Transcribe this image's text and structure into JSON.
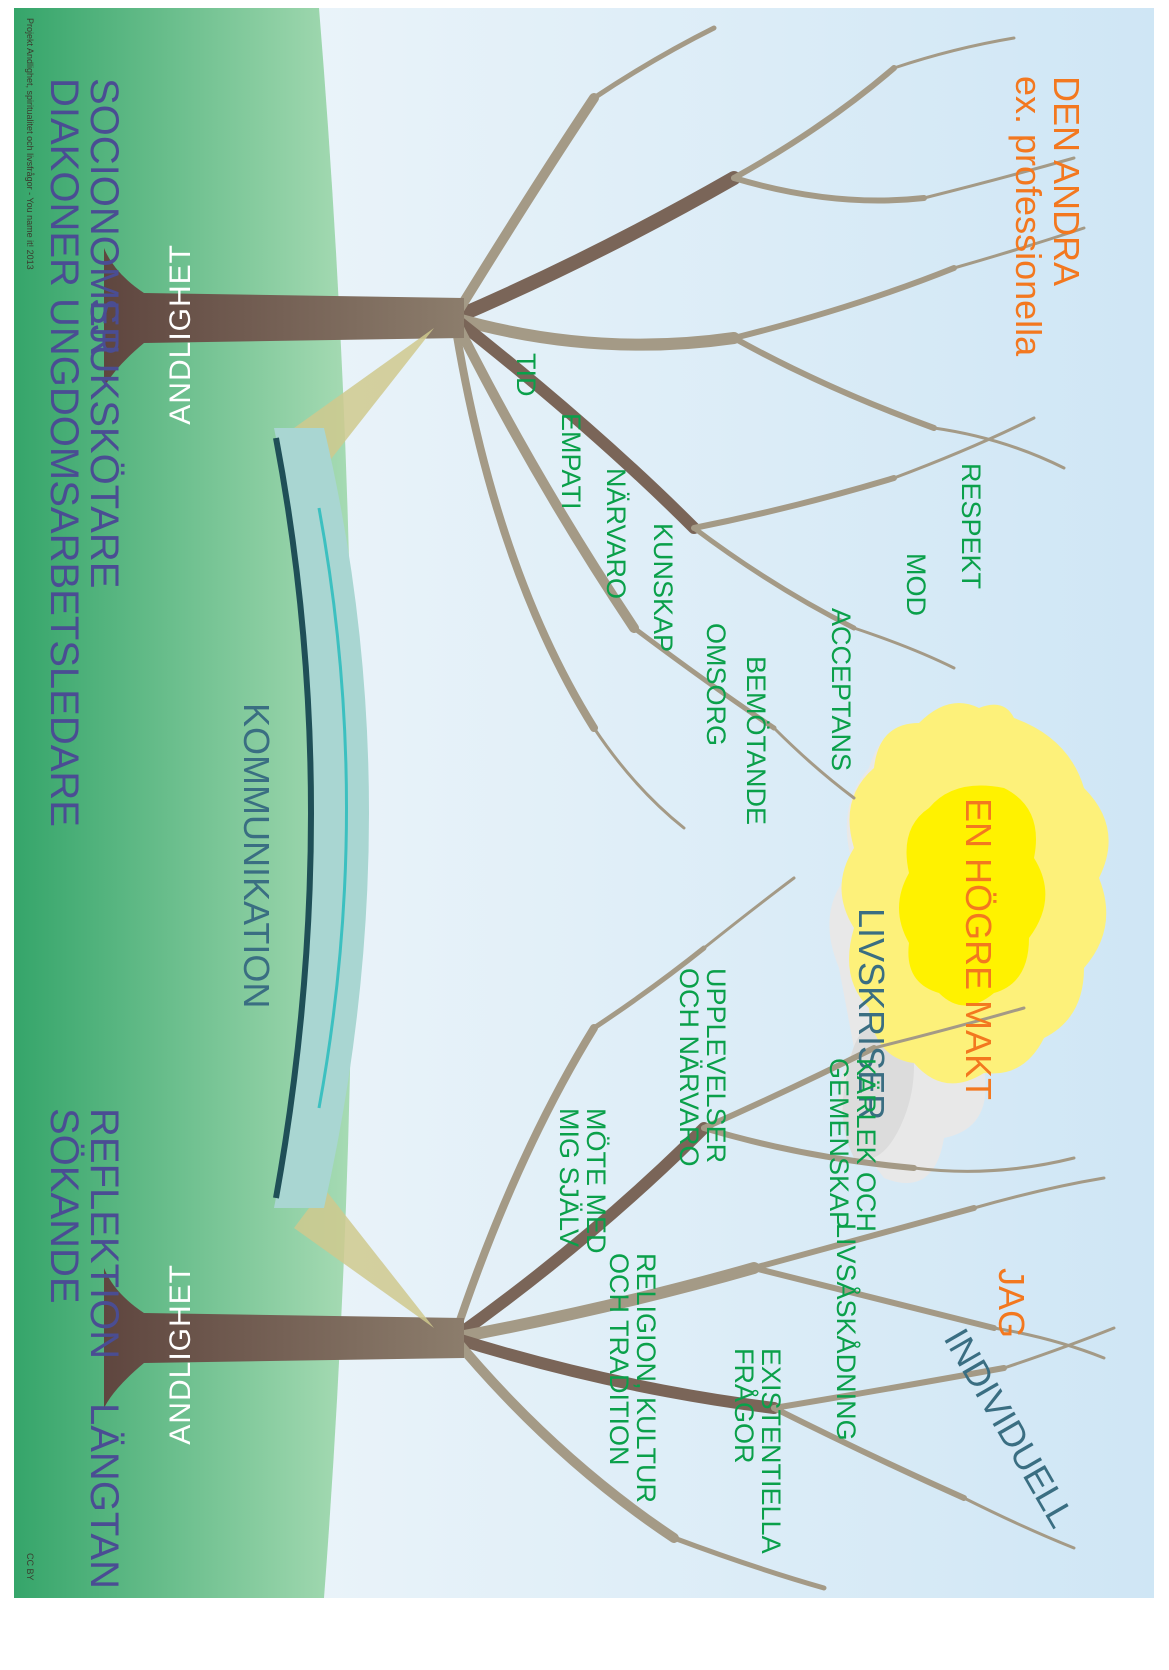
{
  "labels": {
    "den_andra": "DEN ANDRA",
    "ex_professionella": "ex. professionella",
    "en_hogre_makt": "EN HÖGRE MAKT",
    "jag": "JAG",
    "individuell": "INDIVIDUELL",
    "livskriser": "LIVSKRISER",
    "kommunikation": "KOMMUNIKATION",
    "andlighet_left": "ANDLIGHET",
    "andlighet_right": "ANDLIGHET"
  },
  "left_tree_words": [
    "RESPEKT",
    "MOD",
    "ACCEPTANS",
    "BEMÖTANDE",
    "OMSORG",
    "KUNSKAP",
    "NÄRVARO",
    "EMPATI",
    "TID"
  ],
  "right_tree_words": {
    "karlek": "KÄRLEK OCH\nGEMENSKAP",
    "livsaskadning": "LIVSÅSKÅDNING",
    "existentiella": "EXISTENTIELLA\nFRÅGOR",
    "upplevelser": "UPPLEVELSER\nOCH NÄRVARO",
    "mote": "MÖTE MED\nMIG SJÄLV",
    "religion": "RELIGION, KULTUR\nOCH TRADITION"
  },
  "ground_left": {
    "col1": "SOCIONOMER\nDIAKONER",
    "col2": "SJUKSKÖTARE\nUNGDOMSARBETSLEDARE"
  },
  "ground_right": {
    "col1": "REFLEKTION\nSÖKANDE",
    "col2": "LÄNGTAN"
  },
  "footer": "Projekt Andlighet, spiritualitet och livsfrågor - You name it! 2013",
  "license": "CC BY",
  "colors": {
    "sky_top": "#cfe6f5",
    "sky_bottom": "#f1f7fb",
    "ground_light": "#9fd6ae",
    "ground_dark": "#3aa86c",
    "sun_outer": "#fdf17a",
    "sun_inner": "#fff200",
    "cloud": "#e6e6e6",
    "trunk": "#6a5149",
    "branch": "#a49a86",
    "bridge": "#a9d6d2",
    "green_text": "#0aa04a",
    "orange_text": "#f3781f",
    "slate_text": "#3a6e82",
    "navy_text": "#4a4d93"
  }
}
